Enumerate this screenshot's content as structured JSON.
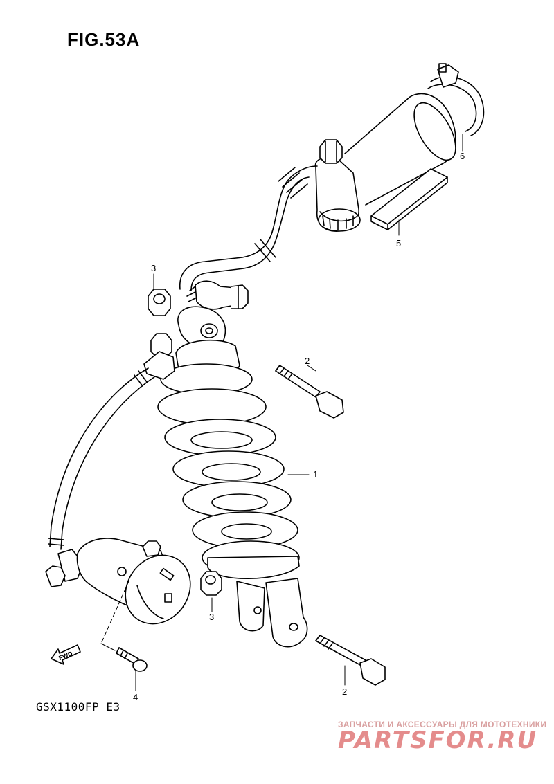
{
  "figure": {
    "title": "FIG.53A",
    "model": "GSX1100FP  E3"
  },
  "parts": [
    {
      "ref": "1",
      "name": "rear-shock-absorber"
    },
    {
      "ref": "2",
      "name": "bolt"
    },
    {
      "ref": "3",
      "name": "nut"
    },
    {
      "ref": "4",
      "name": "screw"
    },
    {
      "ref": "5",
      "name": "cushion-pad"
    },
    {
      "ref": "6",
      "name": "clamp"
    }
  ],
  "fwd_label": "FWD",
  "watermark": {
    "caption": "ЗАПЧАСТИ И АКСЕССУАРЫ ДЛЯ МОТОТЕХНИКИ",
    "logo": "PARTSFOR.RU"
  },
  "colors": {
    "ink": "#000000",
    "paper": "#ffffff",
    "watermark": "#e48c8c"
  }
}
